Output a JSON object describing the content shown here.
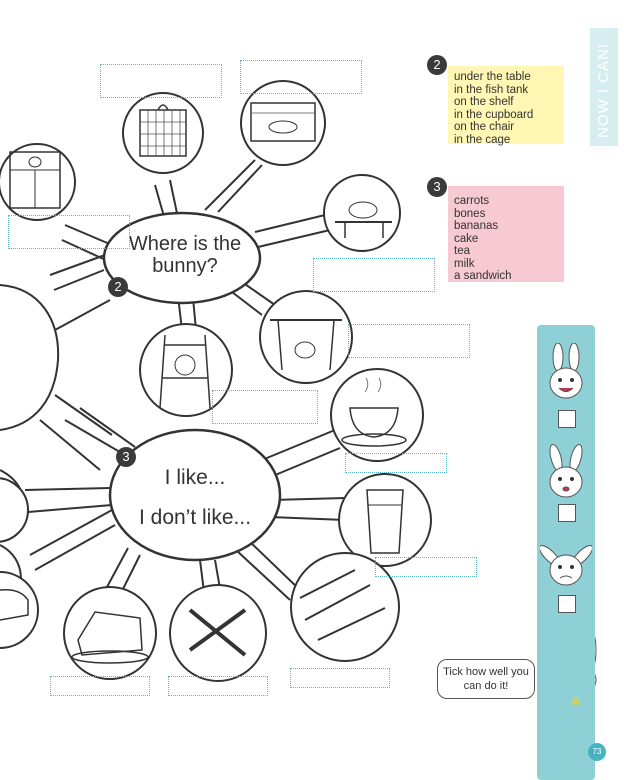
{
  "side_title": "NOW I CAN!",
  "page_number": "73",
  "speech_bubble": "Tick how well you can do it!",
  "mascot_letter": "R",
  "map2": {
    "number": "2",
    "bubble_text": [
      "Where is the",
      "bunny?"
    ],
    "word_list": [
      "under the table",
      "in the fish tank",
      "on the shelf",
      "in the cupboard",
      "on the chair",
      "in the cage"
    ]
  },
  "map3": {
    "number": "3",
    "bubble_text": [
      "I like...",
      "I don’t like..."
    ],
    "word_list": [
      "carrots",
      "bones",
      "bananas",
      "cake",
      "tea",
      "milk",
      "a sandwich"
    ]
  },
  "colors": {
    "box2_fill": "#fff7b3",
    "box3_fill": "#f7c9d3",
    "teal": "#8fd0d6",
    "dotted": "#5bb8c4",
    "title_tab": "#d7eef0"
  },
  "icons": [
    "cage-picture",
    "fish-tank-picture",
    "cupboard-picture",
    "shelf-picture",
    "table-picture",
    "chair-picture",
    "tea-cup-picture",
    "milk-glass-picture",
    "carrots-picture",
    "bone-picture",
    "cake-picture",
    "sandwich-picture",
    "bunny-face-happy-icon",
    "bunny-face-unsure-icon",
    "bunny-face-sad-icon",
    "bunny-mascot-icon"
  ]
}
